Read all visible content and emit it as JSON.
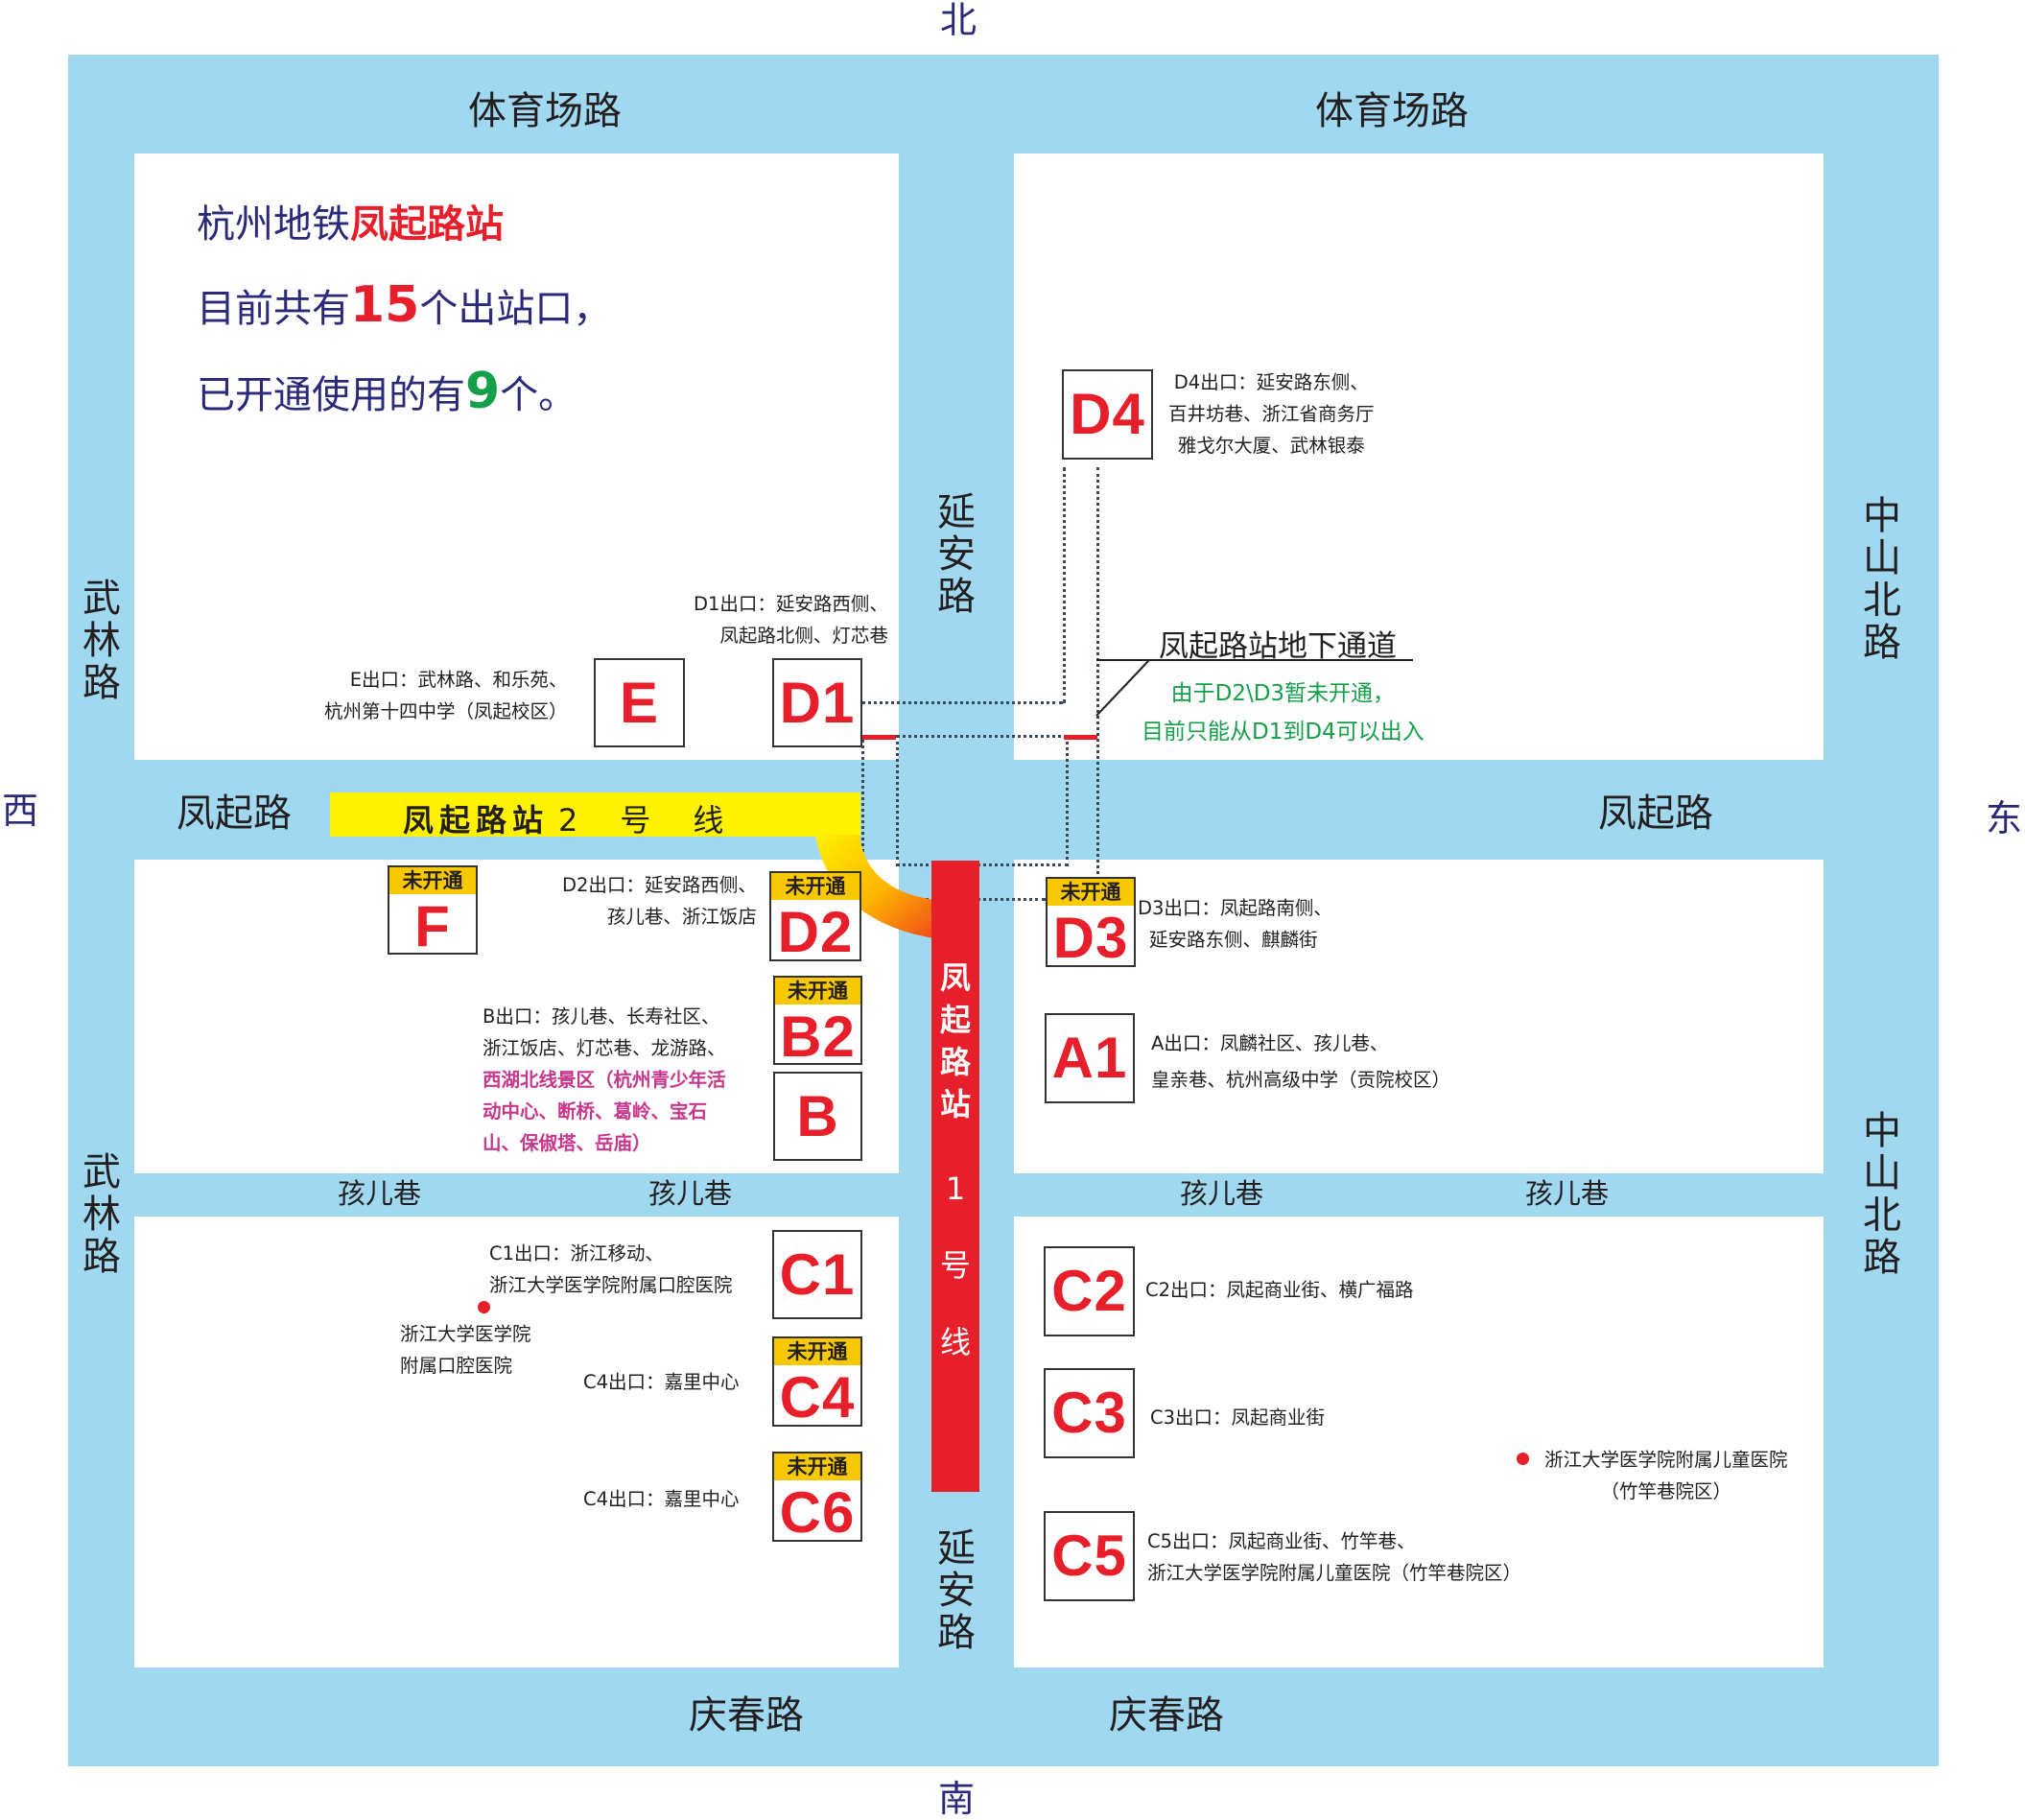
{
  "compass": {
    "north": "北",
    "south": "南",
    "west": "西",
    "east": "东"
  },
  "roads": {
    "north_left": "体育场路",
    "north_right": "体育场路",
    "south_left": "庆春路",
    "south_right": "庆春路",
    "middle_left": "凤起路",
    "middle_right": "凤起路",
    "west_upper": "武林路",
    "west_lower": "武林路",
    "east_upper": "中山北路",
    "east_lower": "中山北路",
    "center_upper": "延安路",
    "center_lower": "延安路",
    "lane_1": "孩儿巷",
    "lane_2": "孩儿巷",
    "lane_3": "孩儿巷",
    "lane_4": "孩儿巷"
  },
  "intro": {
    "line1_prefix": "杭州地铁",
    "line1_station": "凤起路站",
    "line2_prefix": "目前共有",
    "line2_count": "15",
    "line2_suffix": "个出站口，",
    "line3_prefix": "已开通使用的有",
    "line3_count": "9",
    "line3_suffix": "个。"
  },
  "metro_lines": {
    "line2": {
      "station": "凤起路站",
      "number": "2",
      "label1": "号",
      "label2": "线",
      "color": "#fff200"
    },
    "line1": {
      "station": [
        "凤",
        "起",
        "路",
        "站"
      ],
      "number": "1",
      "label1": "号",
      "label2": "线",
      "color": "#e61f2b"
    }
  },
  "underpass": {
    "title": "凤起路站地下通道",
    "note_line1": "由于D2\\D3暂未开通，",
    "note_line2": "目前只能从D1到D4可以出入"
  },
  "closed_badge": "未开通",
  "exits": {
    "E": {
      "code": "E",
      "open": true,
      "desc": [
        "E出口：武林路、和乐苑、",
        "杭州第十四中学（凤起校区）"
      ]
    },
    "D1": {
      "code": "D1",
      "open": true,
      "desc": [
        "D1出口：延安路西侧、",
        "凤起路北侧、灯芯巷"
      ]
    },
    "D4": {
      "code": "D4",
      "open": true,
      "desc": [
        "D4出口：延安路东侧、",
        "百井坊巷、浙江省商务厅",
        "雅戈尔大厦、武林银泰"
      ]
    },
    "F": {
      "code": "F",
      "open": false
    },
    "D2": {
      "code": "D2",
      "open": false,
      "desc": [
        "D2出口：延安路西侧、",
        "孩儿巷、浙江饭店"
      ]
    },
    "D3": {
      "code": "D3",
      "open": false,
      "desc": [
        "D3出口：凤起路南侧、",
        "延安路东侧、麒麟街"
      ]
    },
    "B2": {
      "code": "B2",
      "open": false
    },
    "B": {
      "code": "B",
      "open": true,
      "desc": [
        "B出口：孩儿巷、长寿社区、",
        "浙江饭店、灯芯巷、龙游路、"
      ],
      "desc_highlight": [
        "西湖北线景区（杭州青少年活",
        "动中心、断桥、葛岭、宝石",
        "山、保俶塔、岳庙）"
      ]
    },
    "A1": {
      "code": "A1",
      "open": true,
      "desc": [
        "A出口：凤麟社区、孩儿巷、",
        "皇亲巷、杭州高级中学（贡院校区）"
      ]
    },
    "C1": {
      "code": "C1",
      "open": true,
      "desc": [
        "C1出口：浙江移动、",
        "浙江大学医学院附属口腔医院"
      ]
    },
    "C4": {
      "code": "C4",
      "open": false,
      "desc": [
        "C4出口：嘉里中心"
      ]
    },
    "C6": {
      "code": "C6",
      "open": false,
      "desc": [
        "C4出口：嘉里中心"
      ]
    },
    "C2": {
      "code": "C2",
      "open": true,
      "desc": [
        "C2出口：凤起商业街、横广福路"
      ]
    },
    "C3": {
      "code": "C3",
      "open": true,
      "desc": [
        "C3出口：凤起商业街"
      ]
    },
    "C5": {
      "code": "C5",
      "open": true,
      "desc": [
        "C5出口：凤起商业街、竹竿巷、",
        "浙江大学医学院附属儿童医院（竹竿巷院区）"
      ]
    }
  },
  "landmarks": {
    "dental_hospital": [
      "浙江大学医学院",
      "附属口腔医院"
    ],
    "childrens_hospital": [
      "浙江大学医学院附属儿童医院",
      "（竹竿巷院区）"
    ]
  },
  "colors": {
    "road": "#a0d8f0",
    "exit_code": "#e61f2b",
    "closed_badge": "#f8c800",
    "intro_text": "#2b2a7a",
    "highlight_green": "#14a048",
    "highlight_pink": "#c8378c"
  }
}
